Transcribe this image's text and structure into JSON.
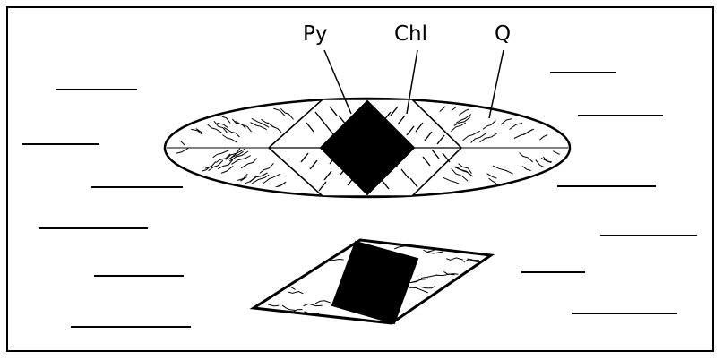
{
  "labels": {
    "pyrite": "Py",
    "chlorite": "Chl",
    "quartz": "Q"
  },
  "colors": {
    "ink": "#000000",
    "paper": "#ffffff"
  }
}
